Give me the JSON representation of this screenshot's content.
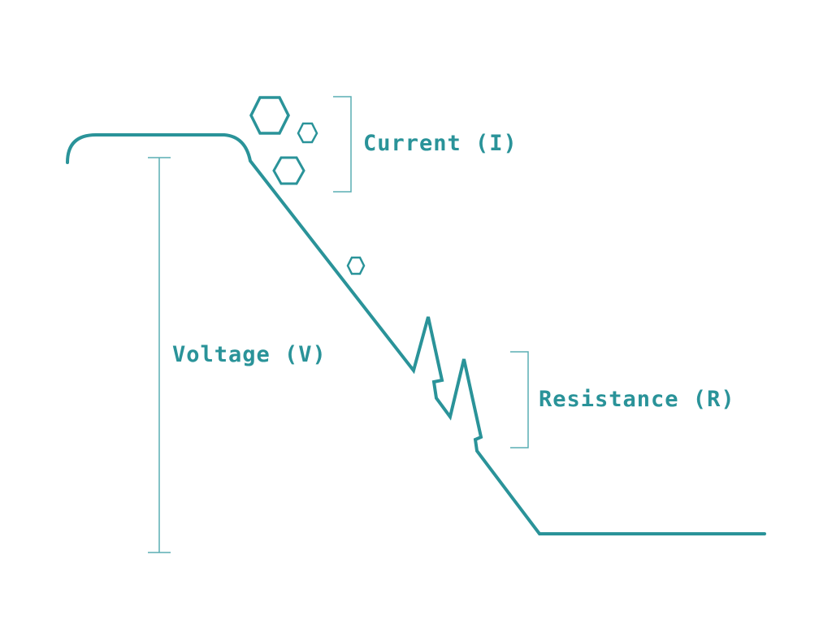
{
  "labels": {
    "current": "Current (I)",
    "voltage": "Voltage (V)",
    "resistance": "Resistance (R)"
  },
  "colors": {
    "accent": "#2a9399",
    "bracket": "#5aaeb3",
    "background": "#ffffff"
  }
}
